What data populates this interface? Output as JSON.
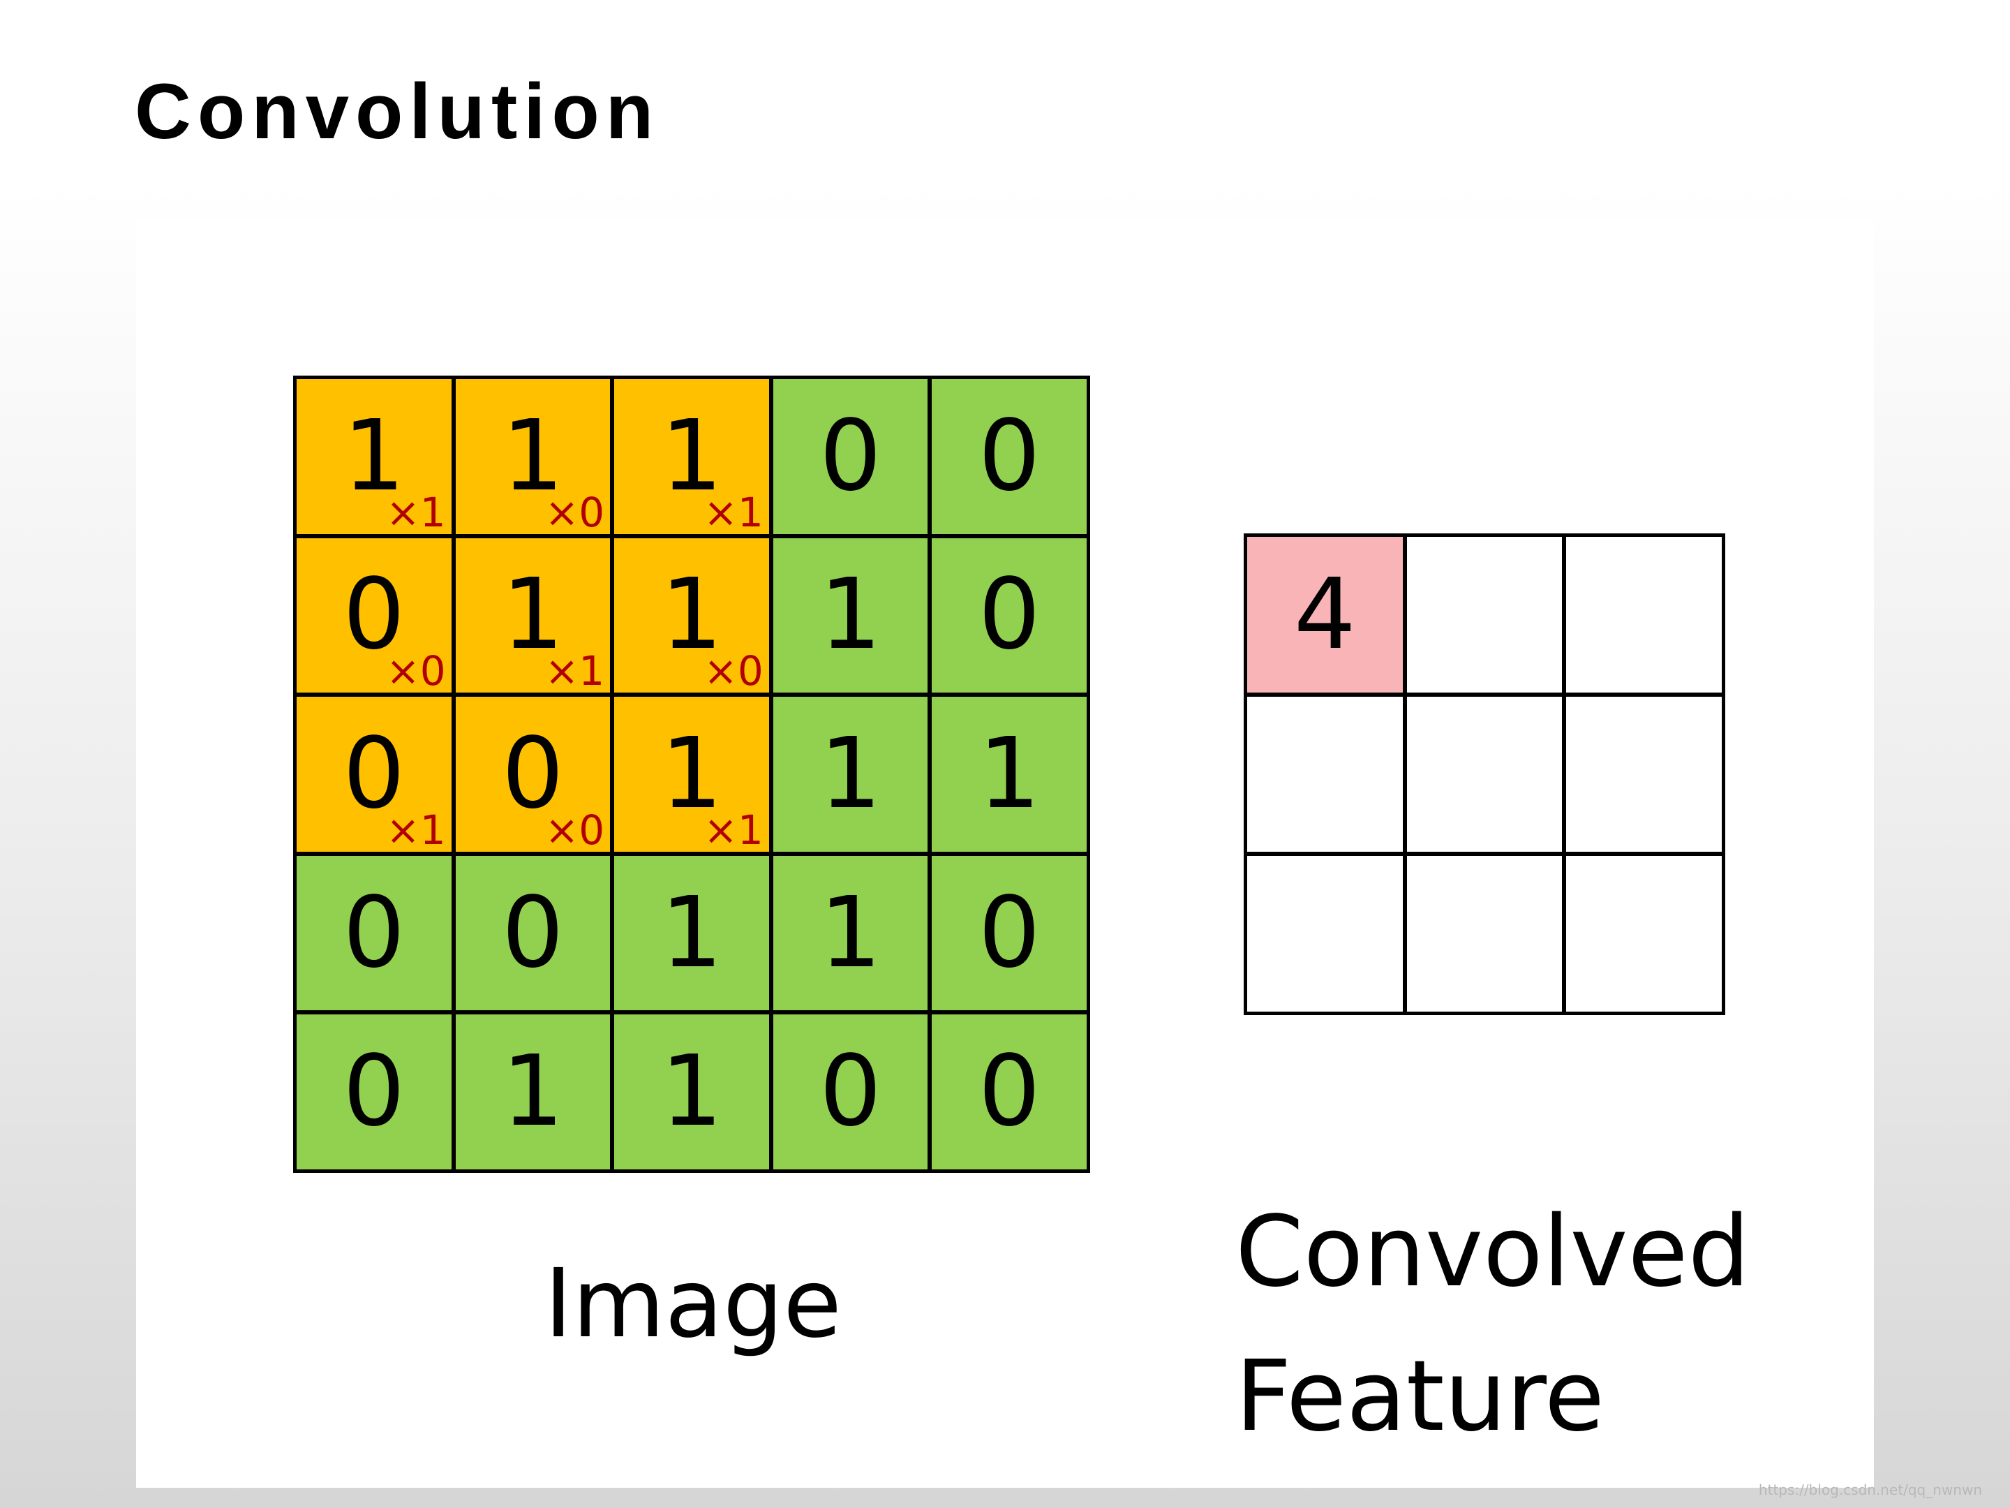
{
  "slide": {
    "title": "Convolution"
  },
  "image": {
    "label": "Image",
    "values": [
      [
        "1",
        "1",
        "1",
        "0",
        "0"
      ],
      [
        "0",
        "1",
        "1",
        "1",
        "0"
      ],
      [
        "0",
        "0",
        "1",
        "1",
        "1"
      ],
      [
        "0",
        "0",
        "1",
        "1",
        "0"
      ],
      [
        "0",
        "1",
        "1",
        "0",
        "0"
      ]
    ],
    "kernel_weights": [
      [
        "×1",
        "×0",
        "×1"
      ],
      [
        "×0",
        "×1",
        "×0"
      ],
      [
        "×1",
        "×0",
        "×1"
      ]
    ],
    "highlight_color": "#ffc000",
    "base_color": "#92d050",
    "weight_color": "#b00000"
  },
  "feature": {
    "label_line1": "Convolved",
    "label_line2": "Feature",
    "values": [
      [
        "4",
        "",
        ""
      ],
      [
        "",
        "",
        ""
      ],
      [
        "",
        "",
        ""
      ]
    ],
    "highlight_color": "#f8b4b6"
  },
  "watermark": "https://blog.csdn.net/qq_nwnwn"
}
